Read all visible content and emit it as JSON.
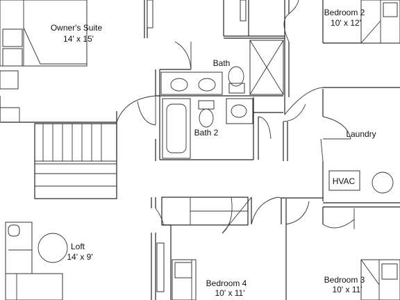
{
  "rooms": [
    {
      "key": "owners_suite",
      "name": "Owner's Suite",
      "size": "14' x 15'"
    },
    {
      "key": "bath",
      "name": "Bath",
      "size": ""
    },
    {
      "key": "bedroom2",
      "name": "Bedroom 2",
      "size": "10' x 12'"
    },
    {
      "key": "bath2",
      "name": "Bath 2",
      "size": ""
    },
    {
      "key": "laundry",
      "name": "Laundry",
      "size": ""
    },
    {
      "key": "hvac",
      "name": "HVAC",
      "size": ""
    },
    {
      "key": "loft",
      "name": "Loft",
      "size": "14' x 9'"
    },
    {
      "key": "bedroom4",
      "name": "Bedroom 4",
      "size": "10' x 11'"
    },
    {
      "key": "bedroom3",
      "name": "Bedroom 3",
      "size": "10' x 11'"
    }
  ],
  "colors": {
    "wall": "#222222",
    "background": "#ffffff",
    "fixture": "#333333"
  }
}
